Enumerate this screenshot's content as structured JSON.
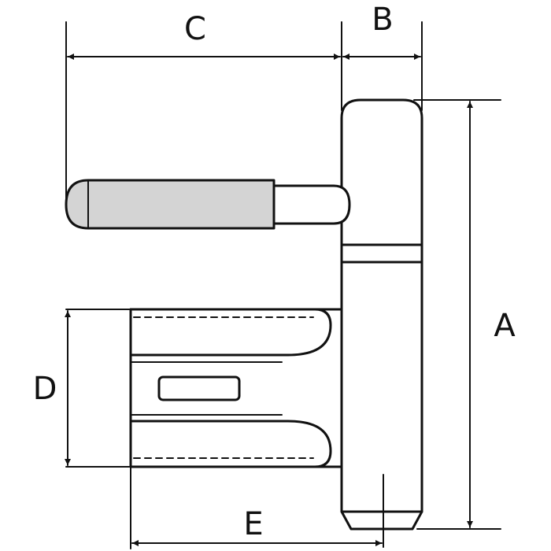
{
  "dimensions": {
    "a": "A",
    "b": "B",
    "c": "C",
    "d": "D",
    "e": "E"
  },
  "colors": {
    "stroke": "#111111",
    "background": "#ffffff",
    "sleeve_fill": "#d4d4d4"
  }
}
